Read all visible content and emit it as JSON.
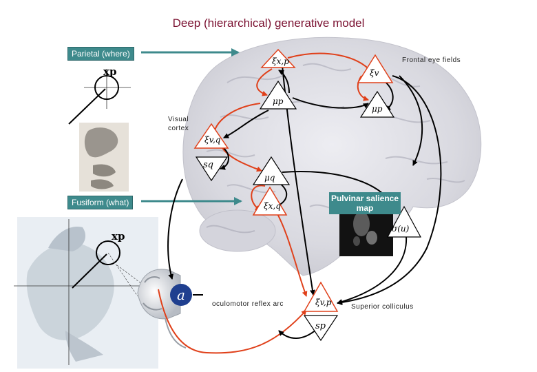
{
  "title": "Deep (hierarchical) generative model",
  "labels": {
    "parietal": "Parietal (where)",
    "fusiform": "Fusiform (what)",
    "frontal_eye_fields": "Frontal eye fields",
    "visual_cortex_line1": "Visual",
    "visual_cortex_line2": "cortex",
    "pulvinar": "Pulvinar salience map",
    "oculomotor": "oculomotor reflex arc",
    "superior_colliculus": "Superior colliculus"
  },
  "symbols": {
    "xi_xp": "ξx,p",
    "xi_v": "ξv",
    "mu_p1": "μp",
    "mu_p2": "μp",
    "xi_vq": "ξv,q",
    "s_q": "sq",
    "mu_q": "μq",
    "xi_xq": "ξx,q",
    "sigma_u": "σ(u)",
    "xi_vp": "ξv,p",
    "s_p": "sp",
    "action": "a",
    "x_p_top": "xp",
    "x_p_bottom": "xp"
  },
  "colors": {
    "title": "#7a1030",
    "teal": "#3e8a8c",
    "forward": "#e0401a",
    "backward": "#000000"
  }
}
